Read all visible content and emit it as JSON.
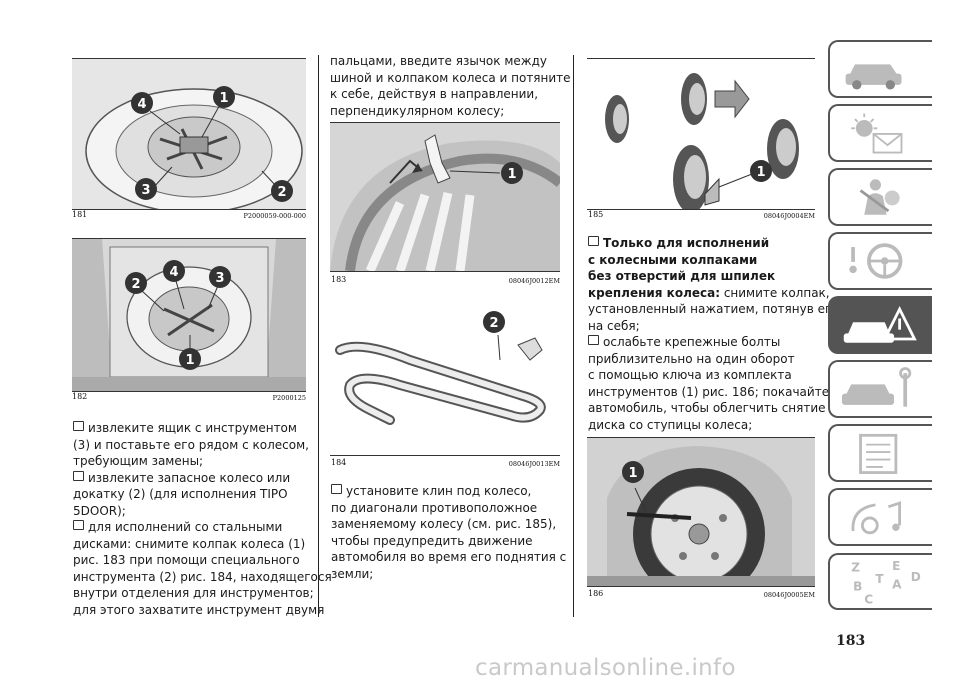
{
  "figures": {
    "f181": {
      "num": "181",
      "code": "P2000059-000-000"
    },
    "f182": {
      "num": "182",
      "code": "P2000125"
    },
    "f183": {
      "num": "183",
      "code": "08046J0012EM"
    },
    "f184": {
      "num": "184",
      "code": "08046J0013EM"
    },
    "f185": {
      "num": "185",
      "code": "08046J0004EM"
    },
    "f186": {
      "num": "186",
      "code": "08046J0005EM"
    }
  },
  "callouts": {
    "f181": [
      "4",
      "1",
      "3",
      "2"
    ],
    "f182": [
      "2",
      "4",
      "3",
      "1"
    ],
    "f183": [
      "1"
    ],
    "f184": [
      "2"
    ],
    "f185": [
      "1"
    ],
    "f186": [
      "1"
    ]
  },
  "col1": [
    "извлеките ящик с инструментом",
    "(3) и поставьте его рядом с колесом,",
    "требующим замены;",
    "извлеките запасное колесо или",
    "докатку (2) (для исполнения TIPO",
    "5DOOR);",
    "для исполнений со стальными",
    "дисками: снимите колпак колеса (1)",
    "рис. 183 при помощи специального",
    "инструмента (2) рис. 184, находящегося",
    "внутри отделения для инструментов;",
    "для этого захватите инструмент двумя"
  ],
  "col2_top": [
    "пальцами, введите язычок между",
    "шиной и колпаком колеса и потяните",
    "к себе, действуя в направлении,",
    "перпендикулярном колесу;"
  ],
  "col2_bottom": [
    "установите клин под колесо,",
    "по диагонали противоположное",
    "заменяемому колесу (см. рис. 185),",
    "чтобы предупредить движение",
    "автомобиля во время его поднятия с",
    "земли;"
  ],
  "col3": {
    "bold": [
      "Только для исполнений",
      "с колесными колпаками",
      "без отверстий для шпилек",
      "крепления колеса:"
    ],
    "bold_tail": " снимите колпак,",
    "lines": [
      "установленный нажатием, потянув его",
      "на себя;",
      "ослабьте крепежные болты",
      "приблизительно на один оборот",
      "с помощью ключа из комплекта",
      "инструментов (1) рис. 186; покачайте",
      "автомобиль, чтобы облегчить снятие",
      "диска со ступицы колеса;"
    ]
  },
  "page_number": "183",
  "watermark": "carmanualsonline.info",
  "tabs_icons": [
    "car-dashboard-icon",
    "warning-lights-icon",
    "safety-airbag-icon",
    "steering-wheel-icon",
    "emergency-icon",
    "maintenance-icon",
    "technical-data-icon",
    "multimedia-icon",
    "index-icon"
  ],
  "index_letters": [
    "Z",
    "E",
    "B",
    "A",
    "C",
    "D",
    "T"
  ]
}
